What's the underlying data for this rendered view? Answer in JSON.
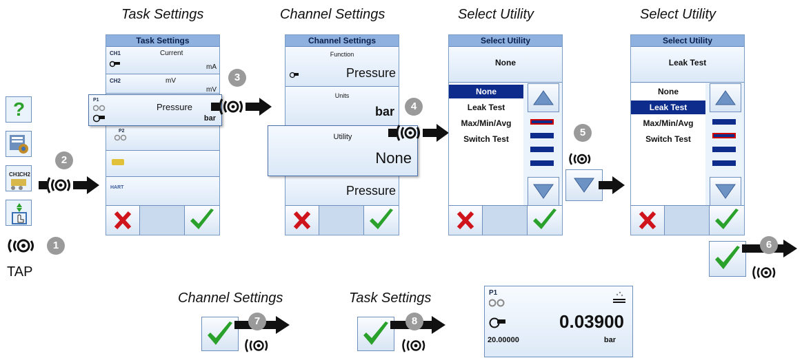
{
  "captions": {
    "task_settings": "Task Settings",
    "channel_settings": "Channel Settings",
    "select_utility_1": "Select Utility",
    "select_utility_2": "Select Utility",
    "channel_settings_bottom": "Channel Settings",
    "task_settings_bottom": "Task Settings"
  },
  "steps": [
    "1",
    "2",
    "3",
    "4",
    "5",
    "6",
    "7",
    "8"
  ],
  "tap_label": "TAP",
  "task_panel": {
    "title": "Task Settings",
    "ch1": {
      "tag": "CH1",
      "label": "Current",
      "unit": "mA"
    },
    "ch2": {
      "tag": "CH2",
      "label": "mV",
      "unit": "mV"
    },
    "popup": {
      "tag": "P1",
      "label": "Pressure",
      "unit": "bar"
    },
    "p2_tag": "P2",
    "hart_label": "HART"
  },
  "channel_panel": {
    "title": "Channel Settings",
    "function_label": "Function",
    "function_value": "Pressure",
    "units_label": "Units",
    "units_value": "bar",
    "utility_label": "Utility",
    "utility_value": "None",
    "bottom_value": "Pressure"
  },
  "utility_panel_1": {
    "title": "Select Utility",
    "current": "None",
    "options": [
      "None",
      "Leak Test",
      "Max/Min/Avg",
      "Switch Test"
    ],
    "selected_index": 0
  },
  "utility_panel_2": {
    "title": "Select Utility",
    "current": "Leak Test",
    "options": [
      "None",
      "Leak Test",
      "Max/Min/Avg",
      "Switch Test"
    ],
    "selected_index": 1
  },
  "readout": {
    "tag": "P1",
    "value": "0.03900",
    "sub_value": "20.00000",
    "unit": "bar"
  },
  "colors": {
    "accent": "#0d2c8c",
    "panel": "#eaf2fb",
    "check": "#2aa12a",
    "cross": "#d0141c"
  }
}
